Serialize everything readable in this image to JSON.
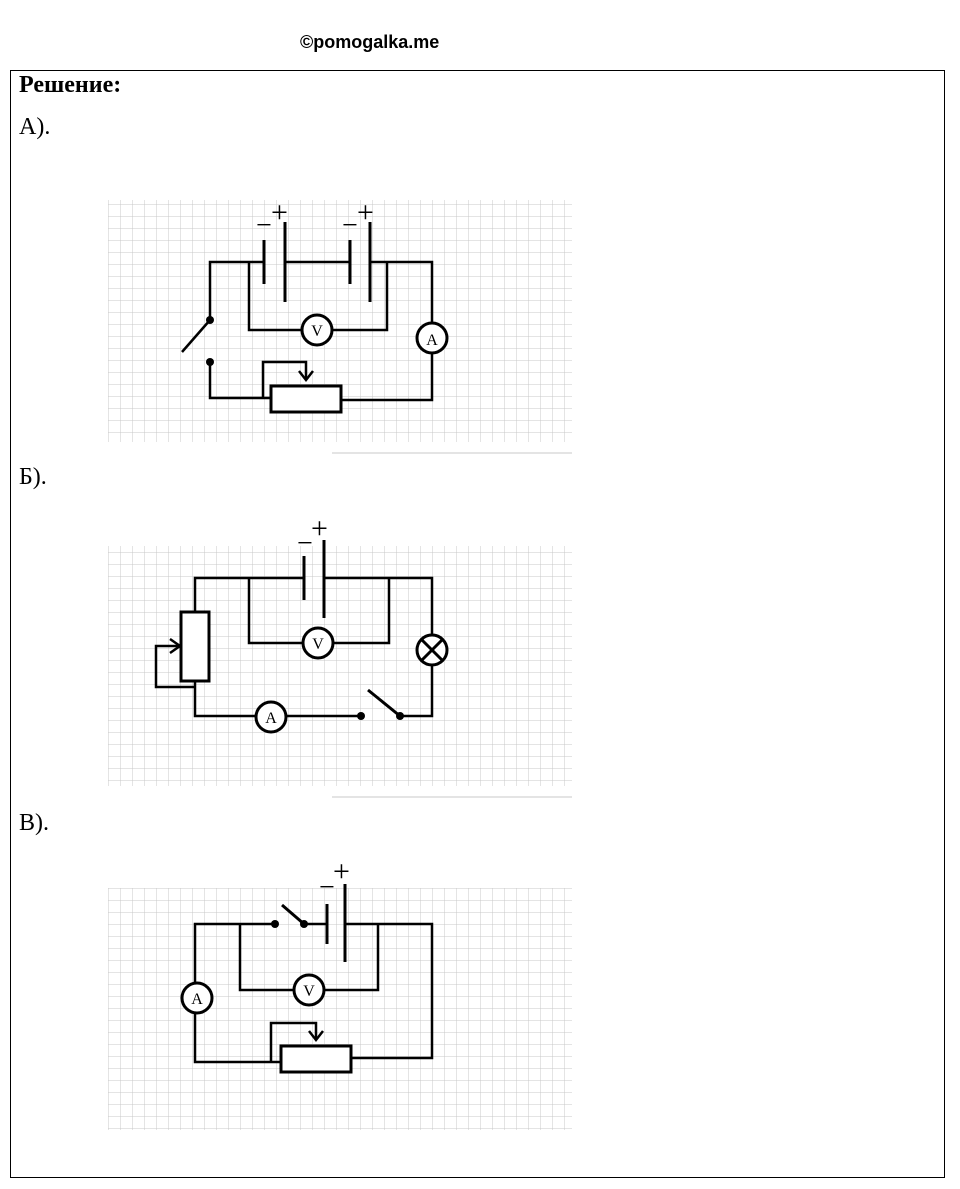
{
  "watermark": "©pomogalka.me",
  "heading": "Решение:",
  "parts": [
    {
      "label": "А)."
    },
    {
      "label": "Б)."
    },
    {
      "label": "В)."
    }
  ],
  "symbols": {
    "plus": "+",
    "minus": "−",
    "voltmeter": "V",
    "ammeter": "A"
  }
}
